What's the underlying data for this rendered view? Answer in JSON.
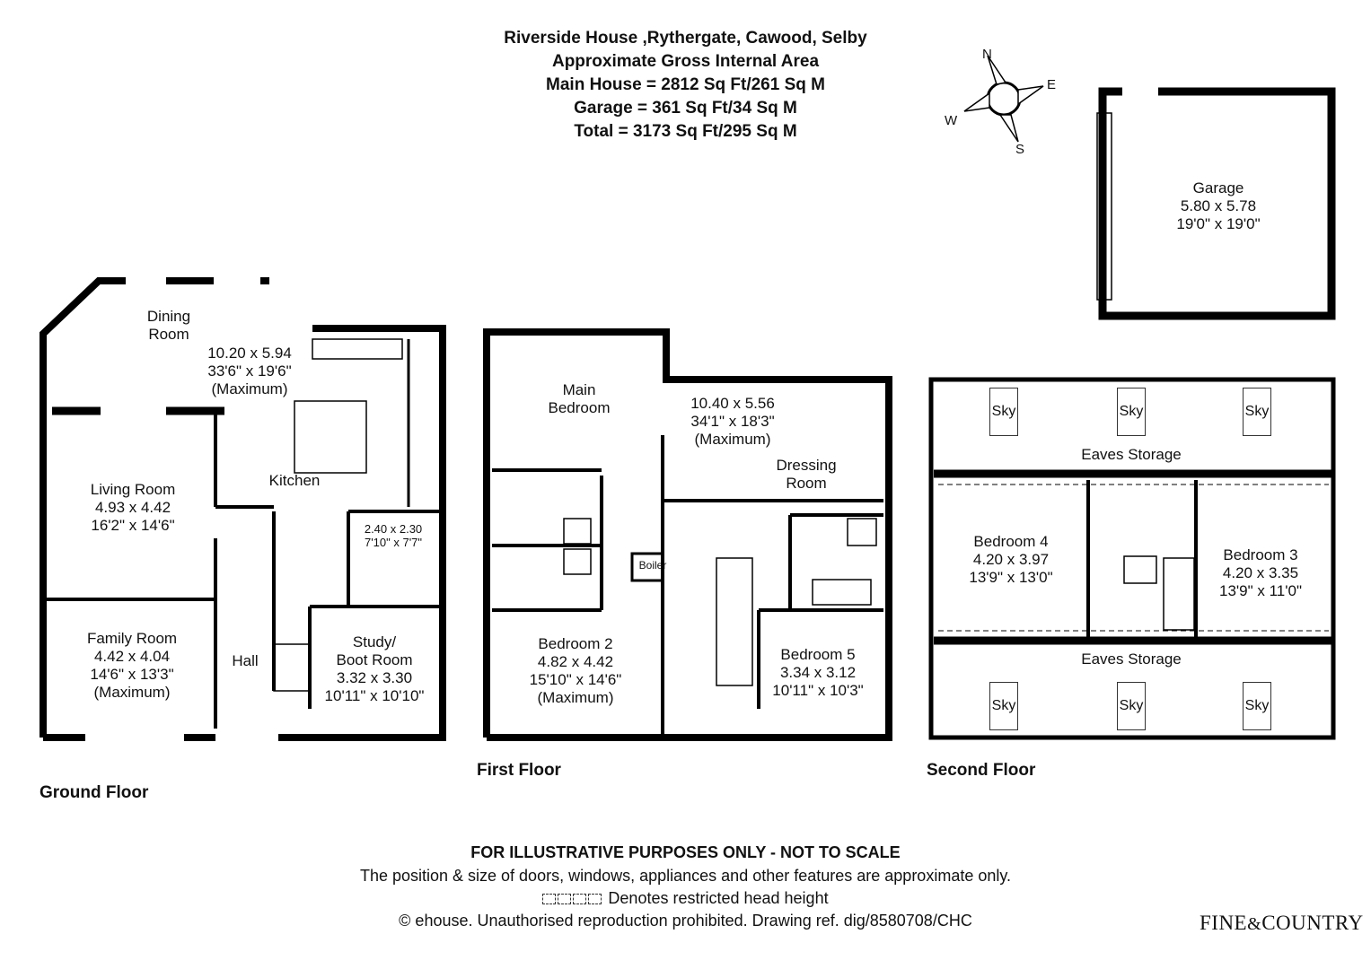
{
  "header": {
    "address": "Riverside House ,Rythergate, Cawood, Selby",
    "subtitle": "Approximate Gross Internal Area",
    "main_house": "Main House = 2812 Sq Ft/261 Sq M",
    "garage": "Garage = 361 Sq Ft/34 Sq M",
    "total": "Total = 3173 Sq Ft/295 Sq M"
  },
  "compass": {
    "n": "N",
    "e": "E",
    "s": "S",
    "w": "W"
  },
  "floors": {
    "ground": "Ground Floor",
    "first": "First Floor",
    "second": "Second Floor"
  },
  "rooms": {
    "dining": [
      "Dining",
      "Room"
    ],
    "dining_dims": [
      "10.20 x 5.94",
      "33'6\" x 19'6\"",
      "(Maximum)"
    ],
    "living": [
      "Living Room",
      "4.93 x 4.42",
      "16'2\" x 14'6\""
    ],
    "kitchen": "Kitchen",
    "utility": [
      "2.40 x 2.30",
      "7'10\" x 7'7\""
    ],
    "family": [
      "Family Room",
      "4.42 x 4.04",
      "14'6\" x 13'3\"",
      "(Maximum)"
    ],
    "hall": "Hall",
    "study": [
      "Study/",
      "Boot Room",
      "3.32 x 3.30",
      "10'11\" x 10'10\""
    ],
    "main_bedroom": [
      "Main",
      "Bedroom"
    ],
    "main_dims": [
      "10.40 x 5.56",
      "34'1\" x 18'3\"",
      "(Maximum)"
    ],
    "dressing": [
      "Dressing",
      "Room"
    ],
    "boiler": "Boiler",
    "bedroom2": [
      "Bedroom 2",
      "4.82 x 4.42",
      "15'10\" x 14'6\"",
      "(Maximum)"
    ],
    "bedroom5": [
      "Bedroom 5",
      "3.34 x 3.12",
      "10'11\" x 10'3\""
    ],
    "eaves_top": "Eaves Storage",
    "eaves_bottom": "Eaves Storage",
    "bedroom4": [
      "Bedroom 4",
      "4.20 x 3.97",
      "13'9\" x 13'0\""
    ],
    "bedroom3": [
      "Bedroom 3",
      "4.20 x 3.35",
      "13'9\" x 11'0\""
    ],
    "sky": "Sky",
    "garage": [
      "Garage",
      "5.80 x 5.78",
      "19'0\" x 19'0\""
    ]
  },
  "footer": {
    "disclaimer": "FOR ILLUSTRATIVE PURPOSES ONLY - NOT TO SCALE",
    "note": "The position & size of doors, windows, appliances and other features are approximate only.",
    "restricted": "Denotes restricted head height",
    "copyright": "© ehouse. Unauthorised reproduction prohibited. Drawing ref. dig/8580708/CHC"
  },
  "logo": {
    "word1": "FINE",
    "amp": "&",
    "word2": "COUNTRY"
  }
}
